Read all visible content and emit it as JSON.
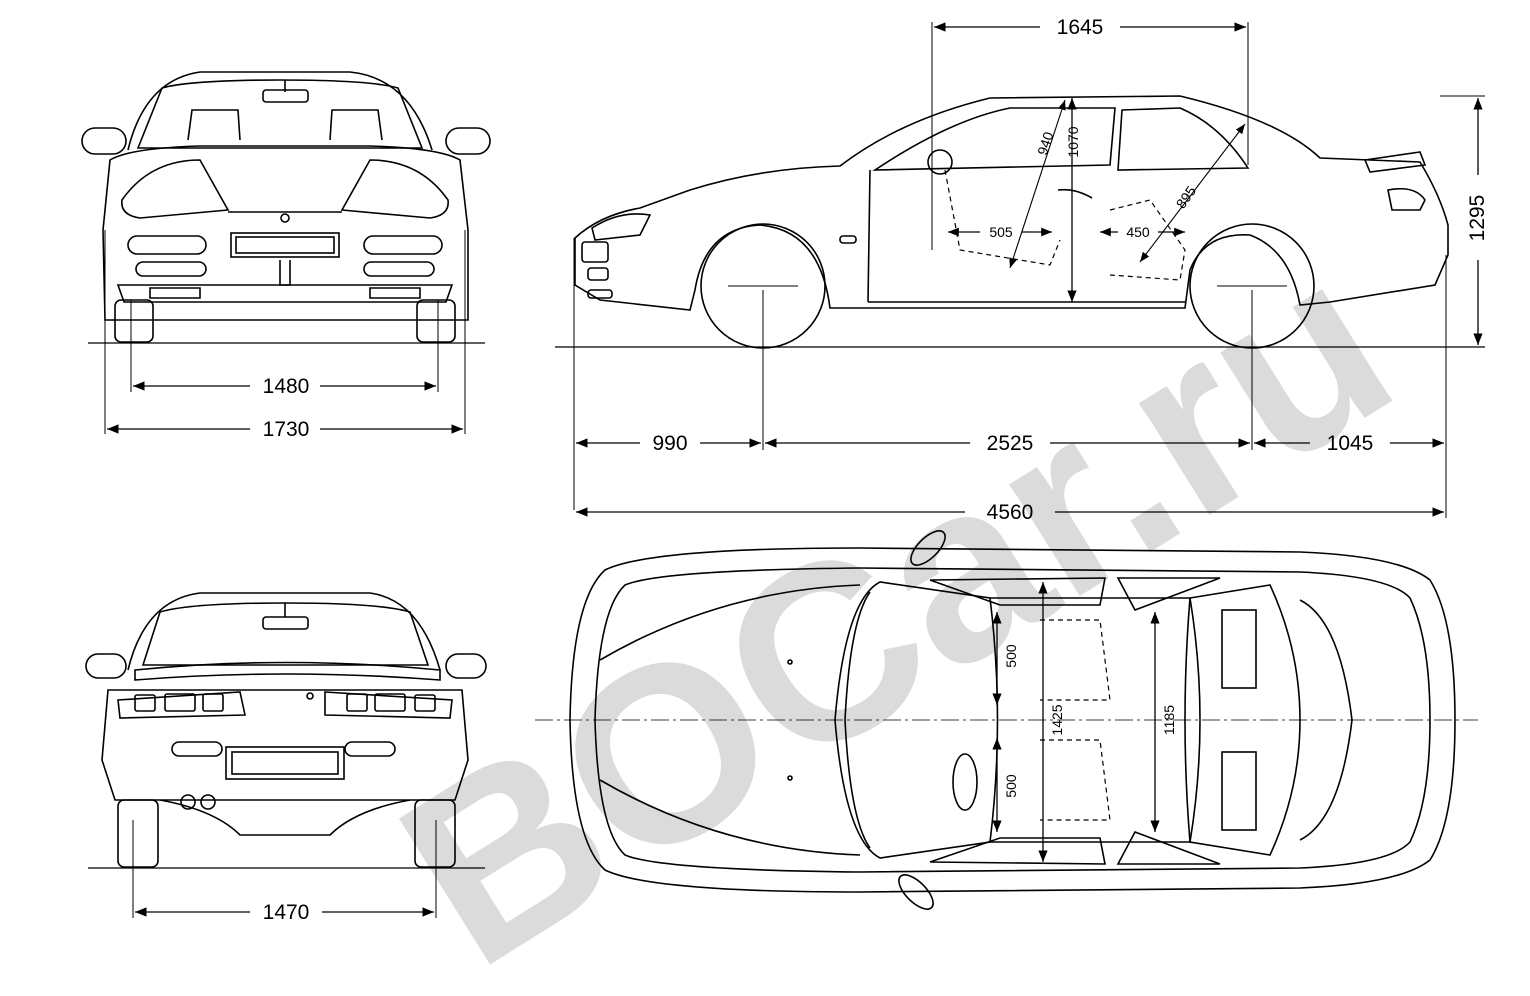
{
  "watermark": "BOCar.ru",
  "colors": {
    "line": "#000000",
    "watermark": "#cfcfcf",
    "background": "#ffffff"
  },
  "views": {
    "front": {
      "track_width": "1480",
      "overall_width": "1730"
    },
    "rear": {
      "track_width": "1470"
    },
    "side": {
      "roof_length": "1645",
      "front_headroom": "940",
      "interior_height": "1070",
      "rear_headroom": "895",
      "front_seat_depth": "505",
      "rear_seat_depth": "450",
      "overall_height": "1295",
      "front_overhang": "990",
      "wheelbase": "2525",
      "rear_overhang": "1045",
      "overall_length": "4560"
    },
    "top": {
      "front_seat_width_upper": "500",
      "front_seat_width_lower": "500",
      "interior_width_front": "1425",
      "interior_width_rear": "1185"
    }
  }
}
